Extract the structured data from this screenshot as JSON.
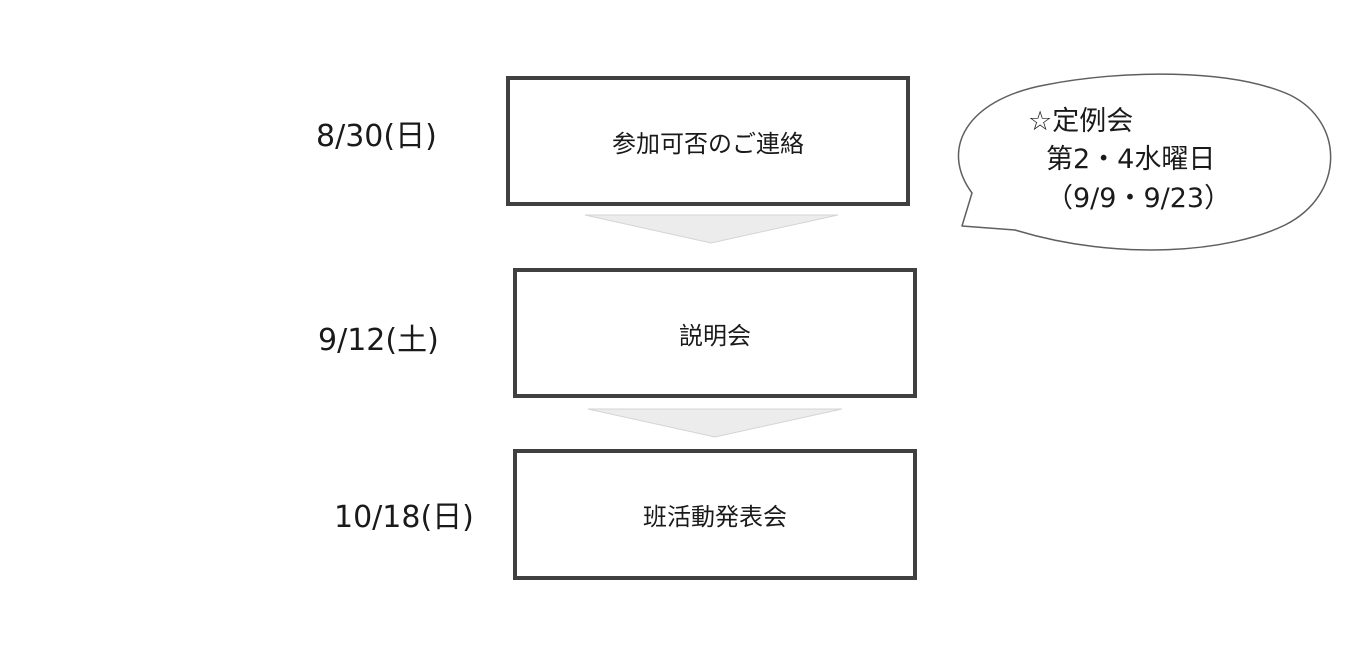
{
  "timeline": [
    {
      "date": "8/30(日)",
      "step": "参加可否のご連絡"
    },
    {
      "date": "9/12(土)",
      "step": "説明会"
    },
    {
      "date": "10/18(日)",
      "step": "班活動発表会"
    }
  ],
  "callout": {
    "line1": "☆定例会",
    "line2": "第2・4水曜日",
    "line3": "（9/9・9/23）"
  }
}
